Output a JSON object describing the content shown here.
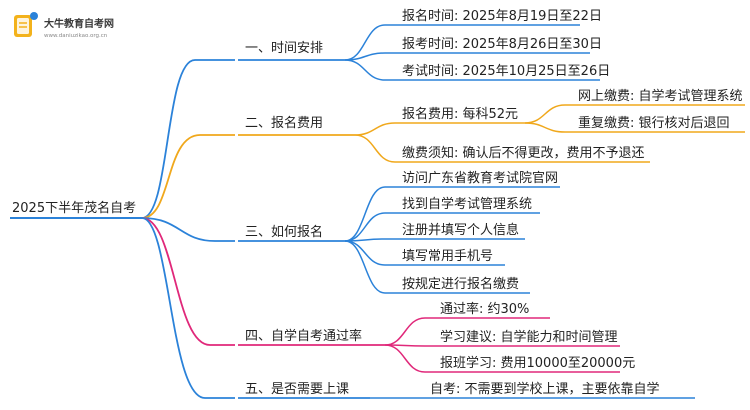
{
  "logo": {
    "title": "大牛教育自考网",
    "url": "www.daniuzikao.org.cn"
  },
  "root": "2025下半年茂名自考",
  "colors": {
    "blue": "#2b82d9",
    "orange": "#f0a81c",
    "pink": "#e0287a",
    "root_stroke": "#2b82d9"
  },
  "branches": [
    {
      "label": "一、时间安排",
      "color": "blue",
      "children": [
        {
          "label": "报名时间: 2025年8月19日至22日"
        },
        {
          "label": "报考时间: 2025年8月26日至30日"
        },
        {
          "label": "考试时间: 2025年10月25日至26日"
        }
      ]
    },
    {
      "label": "二、报名费用",
      "color": "orange",
      "children": [
        {
          "label": "报名费用: 每科52元",
          "children": [
            {
              "label": "网上缴费: 自学考试管理系统"
            },
            {
              "label": "重复缴费: 银行核对后退回"
            }
          ]
        },
        {
          "label": "缴费须知: 确认后不得更改，费用不予退还"
        }
      ]
    },
    {
      "label": "三、如何报名",
      "color": "blue",
      "children": [
        {
          "label": "访问广东省教育考试院官网"
        },
        {
          "label": "找到自学考试管理系统"
        },
        {
          "label": "注册并填写个人信息"
        },
        {
          "label": "填写常用手机号"
        },
        {
          "label": "按规定进行报名缴费"
        }
      ]
    },
    {
      "label": "四、自学自考通过率",
      "color": "pink",
      "children": [
        {
          "label": "通过率: 约30%"
        },
        {
          "label": "学习建议: 自学能力和时间管理"
        },
        {
          "label": "报班学习: 费用10000至20000元"
        }
      ]
    },
    {
      "label": "五、是否需要上课",
      "color": "blue",
      "children": [
        {
          "label": "自考: 不需要到学校上课，主要依靠自学"
        }
      ]
    }
  ]
}
